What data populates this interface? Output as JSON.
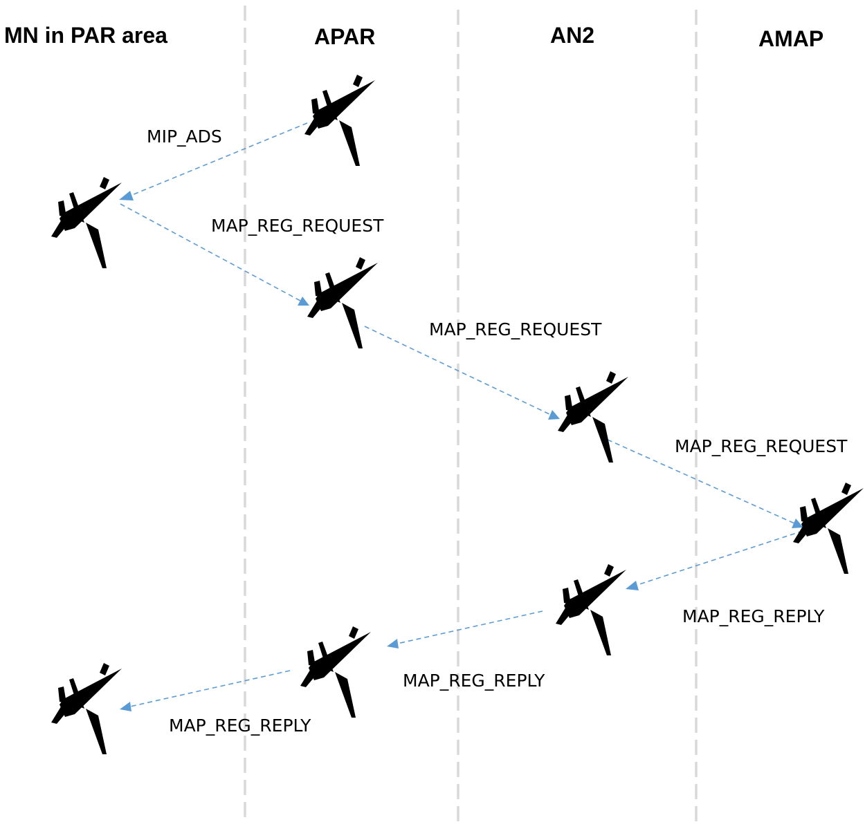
{
  "lanes": [
    {
      "id": "mn",
      "title": "MN in PAR area"
    },
    {
      "id": "apar",
      "title": "APAR"
    },
    {
      "id": "an2",
      "title": "AN2"
    },
    {
      "id": "amap",
      "title": "AMAP"
    }
  ],
  "nodes": [
    {
      "id": "apar-1",
      "lane": "APAR",
      "icon": "airplane-icon"
    },
    {
      "id": "mn-1",
      "lane": "MN in PAR area",
      "icon": "airplane-icon"
    },
    {
      "id": "apar-2",
      "lane": "APAR",
      "icon": "airplane-icon"
    },
    {
      "id": "an2-1",
      "lane": "AN2",
      "icon": "airplane-icon"
    },
    {
      "id": "amap-1",
      "lane": "AMAP",
      "icon": "airplane-icon"
    },
    {
      "id": "an2-2",
      "lane": "AN2",
      "icon": "airplane-icon"
    },
    {
      "id": "apar-3",
      "lane": "APAR",
      "icon": "airplane-icon"
    },
    {
      "id": "mn-2",
      "lane": "MN in PAR area",
      "icon": "airplane-icon"
    }
  ],
  "messages": [
    {
      "from": "apar-1",
      "to": "mn-1",
      "label": "MIP_ADS"
    },
    {
      "from": "mn-1",
      "to": "apar-2",
      "label": "MAP_REG_REQUEST"
    },
    {
      "from": "apar-2",
      "to": "an2-1",
      "label": "MAP_REG_REQUEST"
    },
    {
      "from": "an2-1",
      "to": "amap-1",
      "label": "MAP_REG_REQUEST"
    },
    {
      "from": "amap-1",
      "to": "an2-2",
      "label": "MAP_REG_REPLY"
    },
    {
      "from": "an2-2",
      "to": "apar-3",
      "label": "MAP_REG_REPLY"
    },
    {
      "from": "apar-3",
      "to": "mn-2",
      "label": "MAP_REG_REPLY"
    }
  ],
  "colors": {
    "arrow": "#5b9bd5",
    "divider": "#d9d9d9",
    "icon": "#000000",
    "text": "#000000"
  }
}
